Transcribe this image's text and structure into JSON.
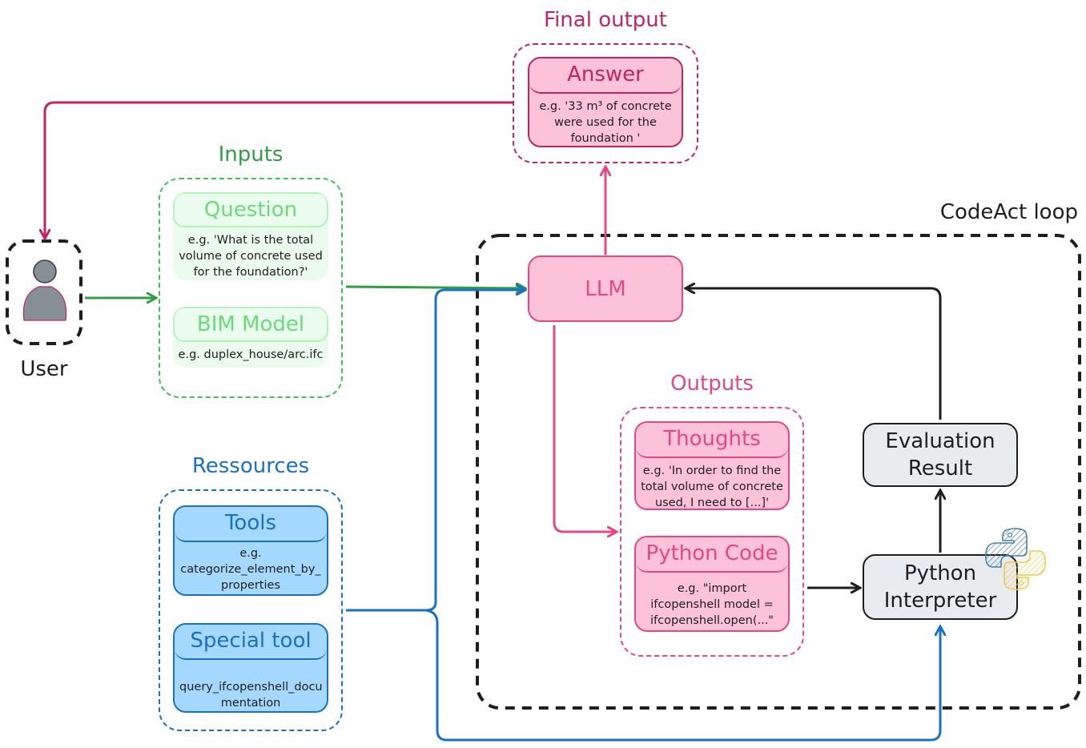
{
  "user": {
    "label": "User",
    "icon": "user-icon"
  },
  "final_output": {
    "title": "Final output",
    "answer": {
      "title": "Answer",
      "text": "e.g. '33 m³ of concrete were used for the foundation '"
    }
  },
  "inputs": {
    "title": "Inputs",
    "question": {
      "title": "Question",
      "text": "e.g. 'What is the total volume of concrete used for the foundation?'"
    },
    "bim_model": {
      "title": "BIM Model",
      "text": "e.g. duplex_house/arc.ifc"
    }
  },
  "resources": {
    "title": "Ressources",
    "tools": {
      "title": "Tools",
      "text": "e.g. categorize_element_by_ properties"
    },
    "special_tool": {
      "title": "Special tool",
      "text": "query_ifcopenshell_docu mentation"
    }
  },
  "loop": {
    "title": "CodeAct loop",
    "llm": "LLM",
    "outputs": {
      "title": "Outputs",
      "thoughts": {
        "title": "Thoughts",
        "text": "e.g. 'In order to find the total volume of concrete used, I need to [...]'"
      },
      "python_code": {
        "title": "Python Code",
        "text": "e.g. \"import ifcopenshell model = ifcopenshell.open(...\""
      }
    },
    "evaluation": "Evaluation Result",
    "interpreter": "Python Interpreter",
    "interpreter_icon": "python-logo-icon"
  },
  "colors": {
    "green": "#2f9e44",
    "blue": "#1971c2",
    "crimson": "#c2255c",
    "pink": "#e64980",
    "black": "#1e1e1e",
    "grey_fill": "#e9ecef",
    "pink_fill": "#fcc2d7"
  }
}
